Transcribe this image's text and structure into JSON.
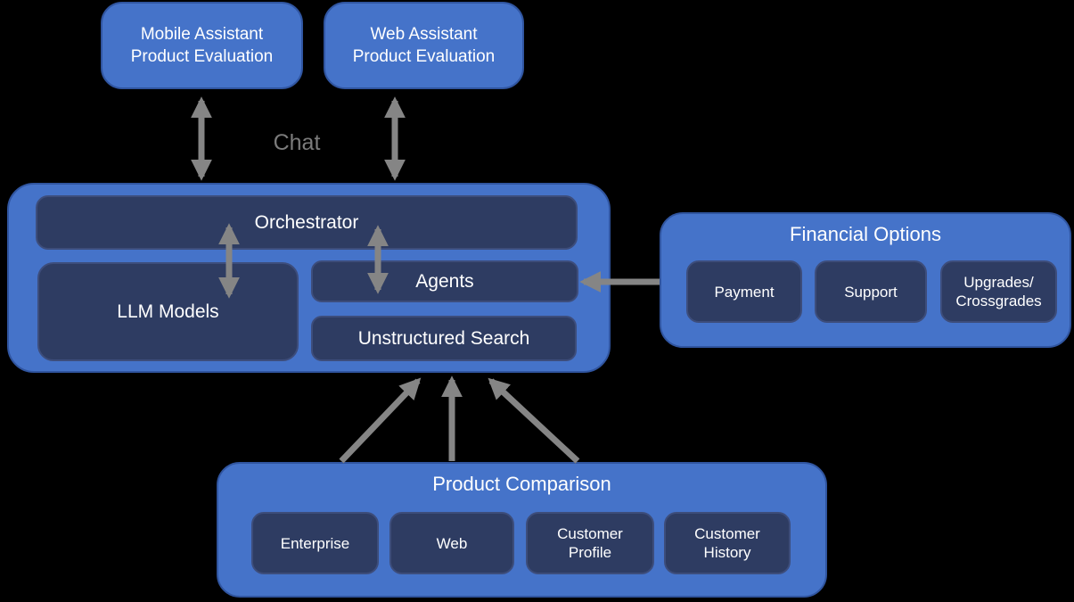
{
  "colors": {
    "background": "#000000",
    "container_blue": "#4573C9",
    "node_navy": "#2E3C62",
    "arrow_gray": "#858585",
    "chat_label_gray": "#7B7B7B",
    "text_white": "#FFFFFF"
  },
  "chat_label": "Chat",
  "top_nodes": [
    {
      "label": "Mobile Assistant\nProduct Evaluation"
    },
    {
      "label": "Web Assistant\nProduct Evaluation"
    }
  ],
  "core_system": {
    "orchestrator": "Orchestrator",
    "llm_models": "LLM Models",
    "agents": "Agents",
    "unstructured_search": "Unstructured Search"
  },
  "financial_options": {
    "title": "Financial Options",
    "items": [
      "Payment",
      "Support",
      "Upgrades/\nCrossgrades"
    ]
  },
  "product_comparison": {
    "title": "Product Comparison",
    "items": [
      "Enterprise",
      "Web",
      "Customer\nProfile",
      "Customer\nHistory"
    ]
  },
  "connections": [
    {
      "from": "Mobile Assistant Product Evaluation",
      "to": "Orchestrator",
      "direction": "bidirectional",
      "label": "Chat"
    },
    {
      "from": "Web Assistant Product Evaluation",
      "to": "Orchestrator",
      "direction": "bidirectional",
      "label": "Chat"
    },
    {
      "from": "Orchestrator",
      "to": "LLM Models",
      "direction": "bidirectional"
    },
    {
      "from": "Orchestrator",
      "to": "Agents",
      "direction": "bidirectional"
    },
    {
      "from": "Financial Options",
      "to": "Agents",
      "direction": "one-way"
    },
    {
      "from": "Product Comparison",
      "to": "Unstructured Search",
      "direction": "one-way",
      "arrow_count": 3
    }
  ]
}
